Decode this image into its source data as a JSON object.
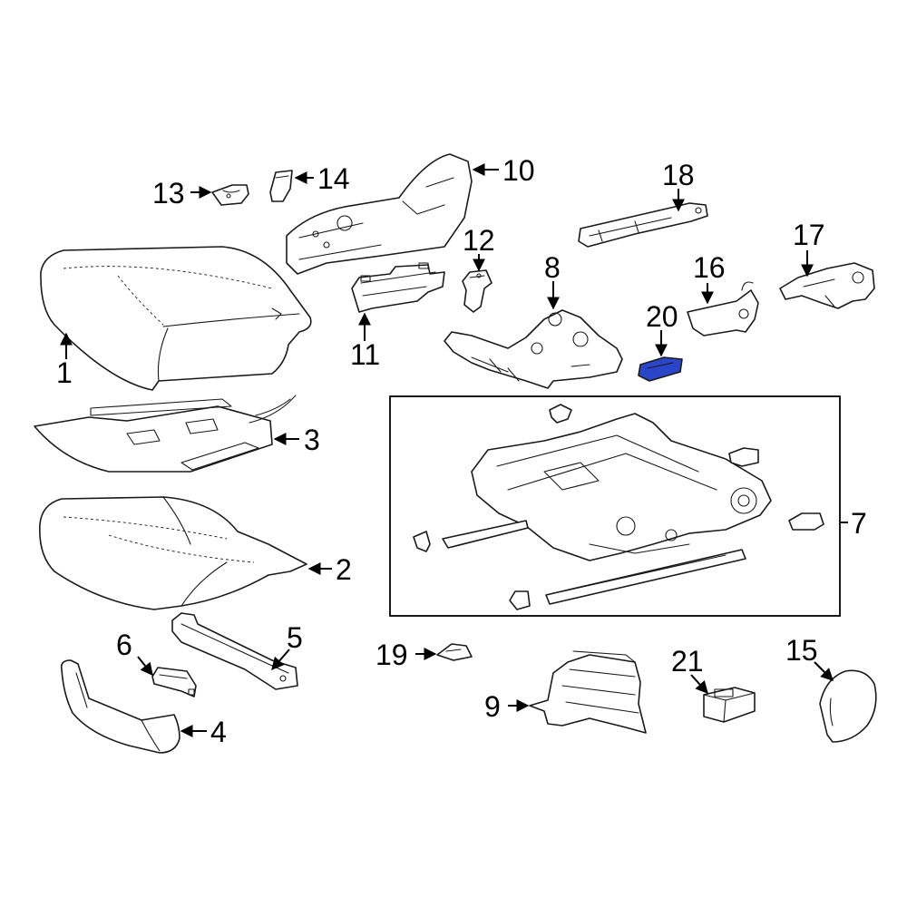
{
  "diagram": {
    "highlight_color": "#2b45c8",
    "line_color": "#1a1a1a",
    "highlighted_part": "20",
    "callouts": {
      "c1": "1",
      "c2": "2",
      "c3": "3",
      "c4": "4",
      "c5": "5",
      "c6": "6",
      "c7": "7",
      "c8": "8",
      "c9": "9",
      "c10": "10",
      "c11": "11",
      "c12": "12",
      "c13": "13",
      "c14": "14",
      "c15": "15",
      "c16": "16",
      "c17": "17",
      "c18": "18",
      "c19": "19",
      "c20": "20",
      "c21": "21"
    }
  }
}
